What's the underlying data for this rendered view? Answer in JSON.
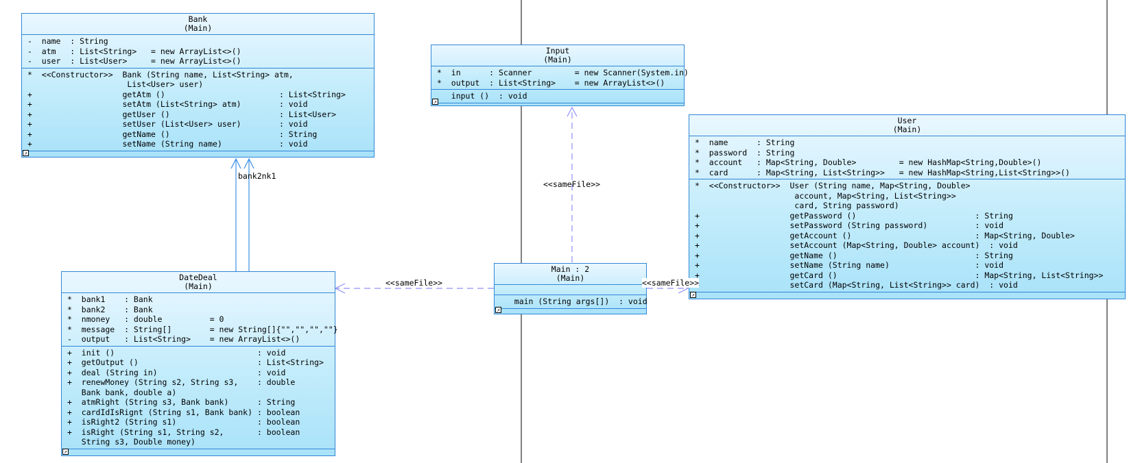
{
  "classes": {
    "bank": {
      "name": "Bank",
      "pkg": "(Main)",
      "attrs": [
        "-  name  : String",
        "-  atm   : List<String>   = new ArrayList<>()",
        "-  user  : List<User>     = new ArrayList<>()"
      ],
      "ops": [
        "*  <<Constructor>>  Bank (String name, List<String> atm,",
        "                     List<User> user)",
        "+                   getAtm ()                        : List<String>",
        "+                   setAtm (List<String> atm)        : void",
        "+                   getUser ()                       : List<User>",
        "+                   setUser (List<User> user)        : void",
        "+                   getName ()                       : String",
        "+                   setName (String name)            : void"
      ]
    },
    "input": {
      "name": "Input",
      "pkg": "(Main)",
      "attrs": [
        "*  in      : Scanner         = new Scanner(System.in)",
        "*  output  : List<String>    = new ArrayList<>()"
      ],
      "ops": [
        "   input ()  : void"
      ]
    },
    "user": {
      "name": "User",
      "pkg": "(Main)",
      "attrs": [
        "*  name      : String",
        "*  password  : String",
        "*  account   : Map<String, Double>         = new HashMap<String,Double>()",
        "*  card      : Map<String, List<String>>   = new HashMap<String,List<String>>()"
      ],
      "ops": [
        "*  <<Constructor>>  User (String name, Map<String, Double>",
        "                     account, Map<String, List<String>>",
        "                     card, String password)",
        "+                   getPassword ()                         : String",
        "+                   setPassword (String password)          : void",
        "+                   getAccount ()                          : Map<String, Double>",
        "+                   setAccount (Map<String, Double> account)  : void",
        "+                   getName ()                             : String",
        "+                   setName (String name)                  : void",
        "+                   getCard ()                             : Map<String, List<String>>",
        "+                   setCard (Map<String, List<String>> card)  : void"
      ]
    },
    "main": {
      "name": "Main : 2",
      "pkg": "(Main)",
      "attrs": [],
      "ops": [
        "   main (String args[])  : void"
      ]
    },
    "datedeal": {
      "name": "DateDeal",
      "pkg": "(Main)",
      "attrs": [
        "*  bank1    : Bank",
        "*  bank2    : Bank",
        "*  nmoney   : double          = 0",
        "*  message  : String[]        = new String[]{\"\",\"\",\"\",\"\"}",
        "-  output   : List<String>    = new ArrayList<>()"
      ],
      "ops": [
        "+  init ()                              : void",
        "+  getOutput ()                         : List<String>",
        "+  deal (String in)                     : void",
        "+  renewMoney (String s2, String s3,    : double",
        "   Bank bank, double a)",
        "+  atmRight (String s3, Bank bank)      : String",
        "+  cardIdIsRignt (String s1, Bank bank) : boolean",
        "+  isRight2 (String s1)                 : boolean",
        "+  isRight (String s1, String s2,       : boolean",
        "   String s3, Double money)"
      ]
    }
  },
  "labels": {
    "bank_assoc": "bank2nk1",
    "same_file_input": "<<sameFile>>",
    "same_file_datedeal": "<<sameFile>>",
    "same_file_user": "<<sameFile>>"
  },
  "colors": {
    "class_border": "#2f86d6",
    "dependency": "#8f8ff5",
    "association": "#3a8fe6"
  }
}
